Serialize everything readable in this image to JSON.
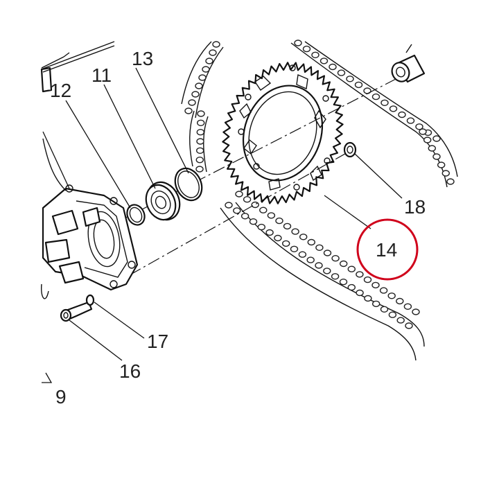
{
  "diagram": {
    "callouts": {
      "n13": "13",
      "n11": "11",
      "n12": "12",
      "n18": "18",
      "n14": "14",
      "n17": "17",
      "n16": "16",
      "n9": "9"
    },
    "highlight_color": "#d0021b",
    "line_color": "#111111"
  }
}
